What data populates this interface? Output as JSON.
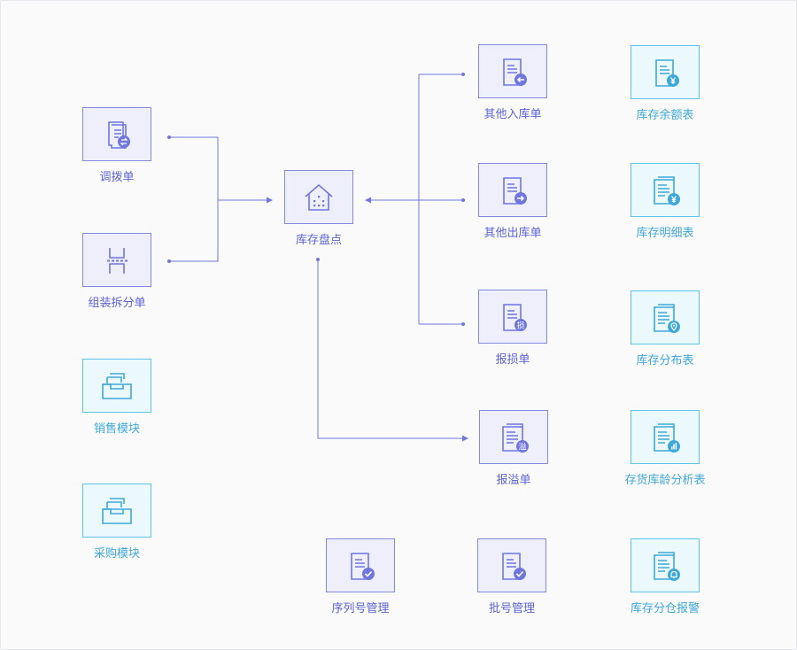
{
  "colors": {
    "doc_border": "#8388e0",
    "doc_fill": "#eeeffb",
    "doc_text": "#5c63d6",
    "report_border": "#5dc3e9",
    "report_fill": "#ebf9fd",
    "report_text": "#3fa8d8",
    "connector": "#6f76de"
  },
  "nodes": {
    "transfer": {
      "label": "调拨单",
      "icon": "document-transfer-icon"
    },
    "assembly": {
      "label": "组装拆分单",
      "icon": "assembly-split-icon"
    },
    "sales": {
      "label": "销售模块",
      "icon": "inbox-tray-icon"
    },
    "purchase": {
      "label": "采购模块",
      "icon": "inbox-tray-icon"
    },
    "stocktake": {
      "label": "库存盘点",
      "icon": "warehouse-icon"
    },
    "other_in": {
      "label": "其他入库单",
      "icon": "document-arrow-left-icon"
    },
    "other_out": {
      "label": "其他出库单",
      "icon": "document-arrow-right-icon"
    },
    "damage": {
      "label": "报损单",
      "icon": "document-badge-icon",
      "badge": "损"
    },
    "overflow": {
      "label": "报溢单",
      "icon": "document-badge-icon",
      "badge": "溢"
    },
    "serial": {
      "label": "序列号管理",
      "icon": "document-check-icon"
    },
    "batch": {
      "label": "批号管理",
      "icon": "document-check-icon"
    },
    "balance_report": {
      "label": "库存余额表",
      "icon": "document-yen-icon"
    },
    "detail_report": {
      "label": "库存明细表",
      "icon": "document-yen-icon"
    },
    "distribution_report": {
      "label": "库存分布表",
      "icon": "document-location-icon"
    },
    "aging_report": {
      "label": "存货库龄分析表",
      "icon": "document-chart-icon"
    },
    "alert_report": {
      "label": "库存分仓报警",
      "icon": "document-bell-icon"
    }
  }
}
